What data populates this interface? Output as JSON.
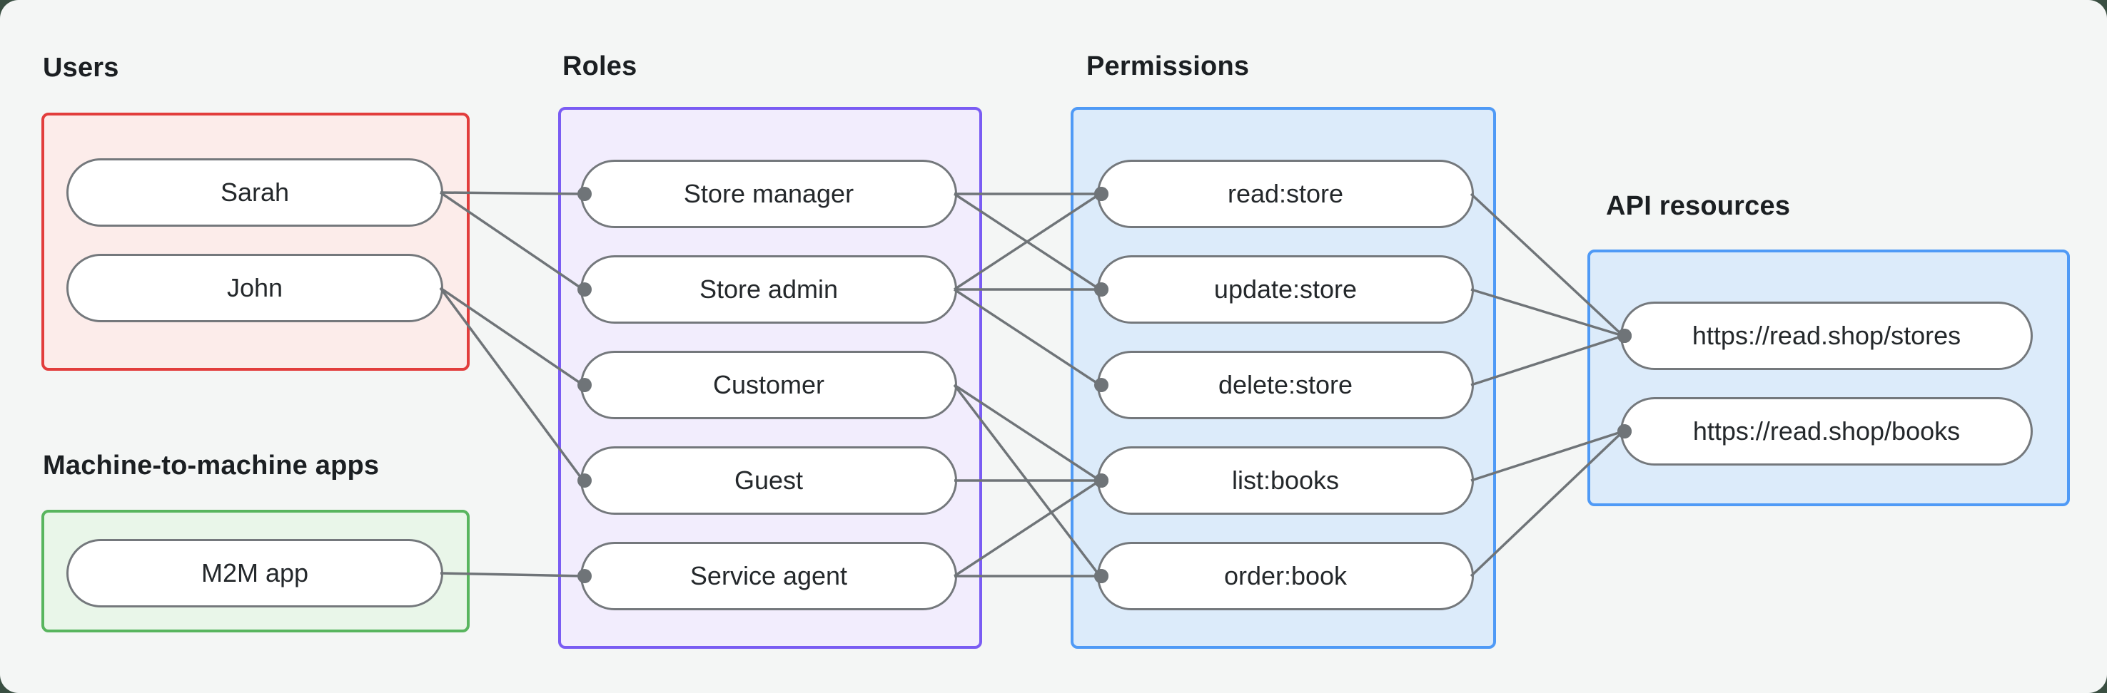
{
  "style": {
    "page_background": "#3a4f42",
    "panel_background": "#f4f6f5",
    "edge_color": "#6f7478",
    "node_border_color": "#74787c",
    "node_fill": "#ffffff",
    "text_color": "#24282b",
    "heading_color": "#1b1f22"
  },
  "groups": [
    {
      "id": "users",
      "title": "Users",
      "border_color": "#e23d3c",
      "fill_color": "#fcecea",
      "nodes": [
        {
          "id": "sarah",
          "label": "Sarah"
        },
        {
          "id": "john",
          "label": "John"
        }
      ]
    },
    {
      "id": "m2m",
      "title": "Machine-to-machine apps",
      "border_color": "#58b55e",
      "fill_color": "#e9f6e9",
      "nodes": [
        {
          "id": "m2m_app",
          "label": "M2M app"
        }
      ]
    },
    {
      "id": "roles",
      "title": "Roles",
      "border_color": "#7a5cf3",
      "fill_color": "#f2edfd",
      "nodes": [
        {
          "id": "store_manager",
          "label": "Store manager"
        },
        {
          "id": "store_admin",
          "label": "Store admin"
        },
        {
          "id": "customer",
          "label": "Customer"
        },
        {
          "id": "guest",
          "label": "Guest"
        },
        {
          "id": "service_agent",
          "label": "Service agent"
        }
      ]
    },
    {
      "id": "permissions",
      "title": "Permissions",
      "border_color": "#4f9af6",
      "fill_color": "#dcebfa",
      "nodes": [
        {
          "id": "read_store",
          "label": "read:store"
        },
        {
          "id": "update_store",
          "label": "update:store"
        },
        {
          "id": "delete_store",
          "label": "delete:store"
        },
        {
          "id": "list_books",
          "label": "list:books"
        },
        {
          "id": "order_book",
          "label": "order:book"
        }
      ]
    },
    {
      "id": "api",
      "title": "API resources",
      "border_color": "#4f9af6",
      "fill_color": "#dcebfa",
      "nodes": [
        {
          "id": "stores",
          "label": "https://read.shop/stores"
        },
        {
          "id": "books",
          "label": "https://read.shop/books"
        }
      ]
    }
  ],
  "edges": [
    {
      "from": "sarah",
      "to": "store_manager"
    },
    {
      "from": "sarah",
      "to": "store_admin"
    },
    {
      "from": "john",
      "to": "customer"
    },
    {
      "from": "john",
      "to": "guest"
    },
    {
      "from": "m2m_app",
      "to": "service_agent"
    },
    {
      "from": "store_manager",
      "to": "read_store"
    },
    {
      "from": "store_manager",
      "to": "update_store"
    },
    {
      "from": "store_admin",
      "to": "read_store"
    },
    {
      "from": "store_admin",
      "to": "update_store"
    },
    {
      "from": "store_admin",
      "to": "delete_store"
    },
    {
      "from": "customer",
      "to": "list_books"
    },
    {
      "from": "customer",
      "to": "order_book"
    },
    {
      "from": "guest",
      "to": "list_books"
    },
    {
      "from": "service_agent",
      "to": "list_books"
    },
    {
      "from": "service_agent",
      "to": "order_book"
    },
    {
      "from": "read_store",
      "to": "stores"
    },
    {
      "from": "update_store",
      "to": "stores"
    },
    {
      "from": "delete_store",
      "to": "stores"
    },
    {
      "from": "list_books",
      "to": "books"
    },
    {
      "from": "order_book",
      "to": "books"
    }
  ]
}
